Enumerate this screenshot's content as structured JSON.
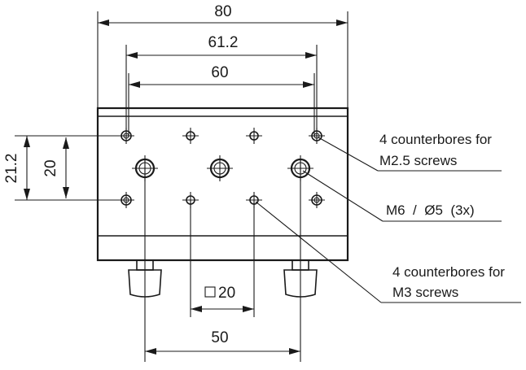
{
  "dimensions": {
    "width_80": "80",
    "width_61_2": "61.2",
    "width_60": "60",
    "height_21_2": "21.2",
    "height_20": "20",
    "square_20": "20",
    "width_50": "50"
  },
  "callouts": {
    "m25": {
      "line1": "4 counterbores for",
      "line2": "M2.5 screws"
    },
    "m6": {
      "text": "M6  /  Ø5  (3x)"
    },
    "m3": {
      "line1": "4 counterbores for",
      "line2": "M3 screws"
    }
  },
  "symbols": {
    "square": "square-symbol"
  }
}
